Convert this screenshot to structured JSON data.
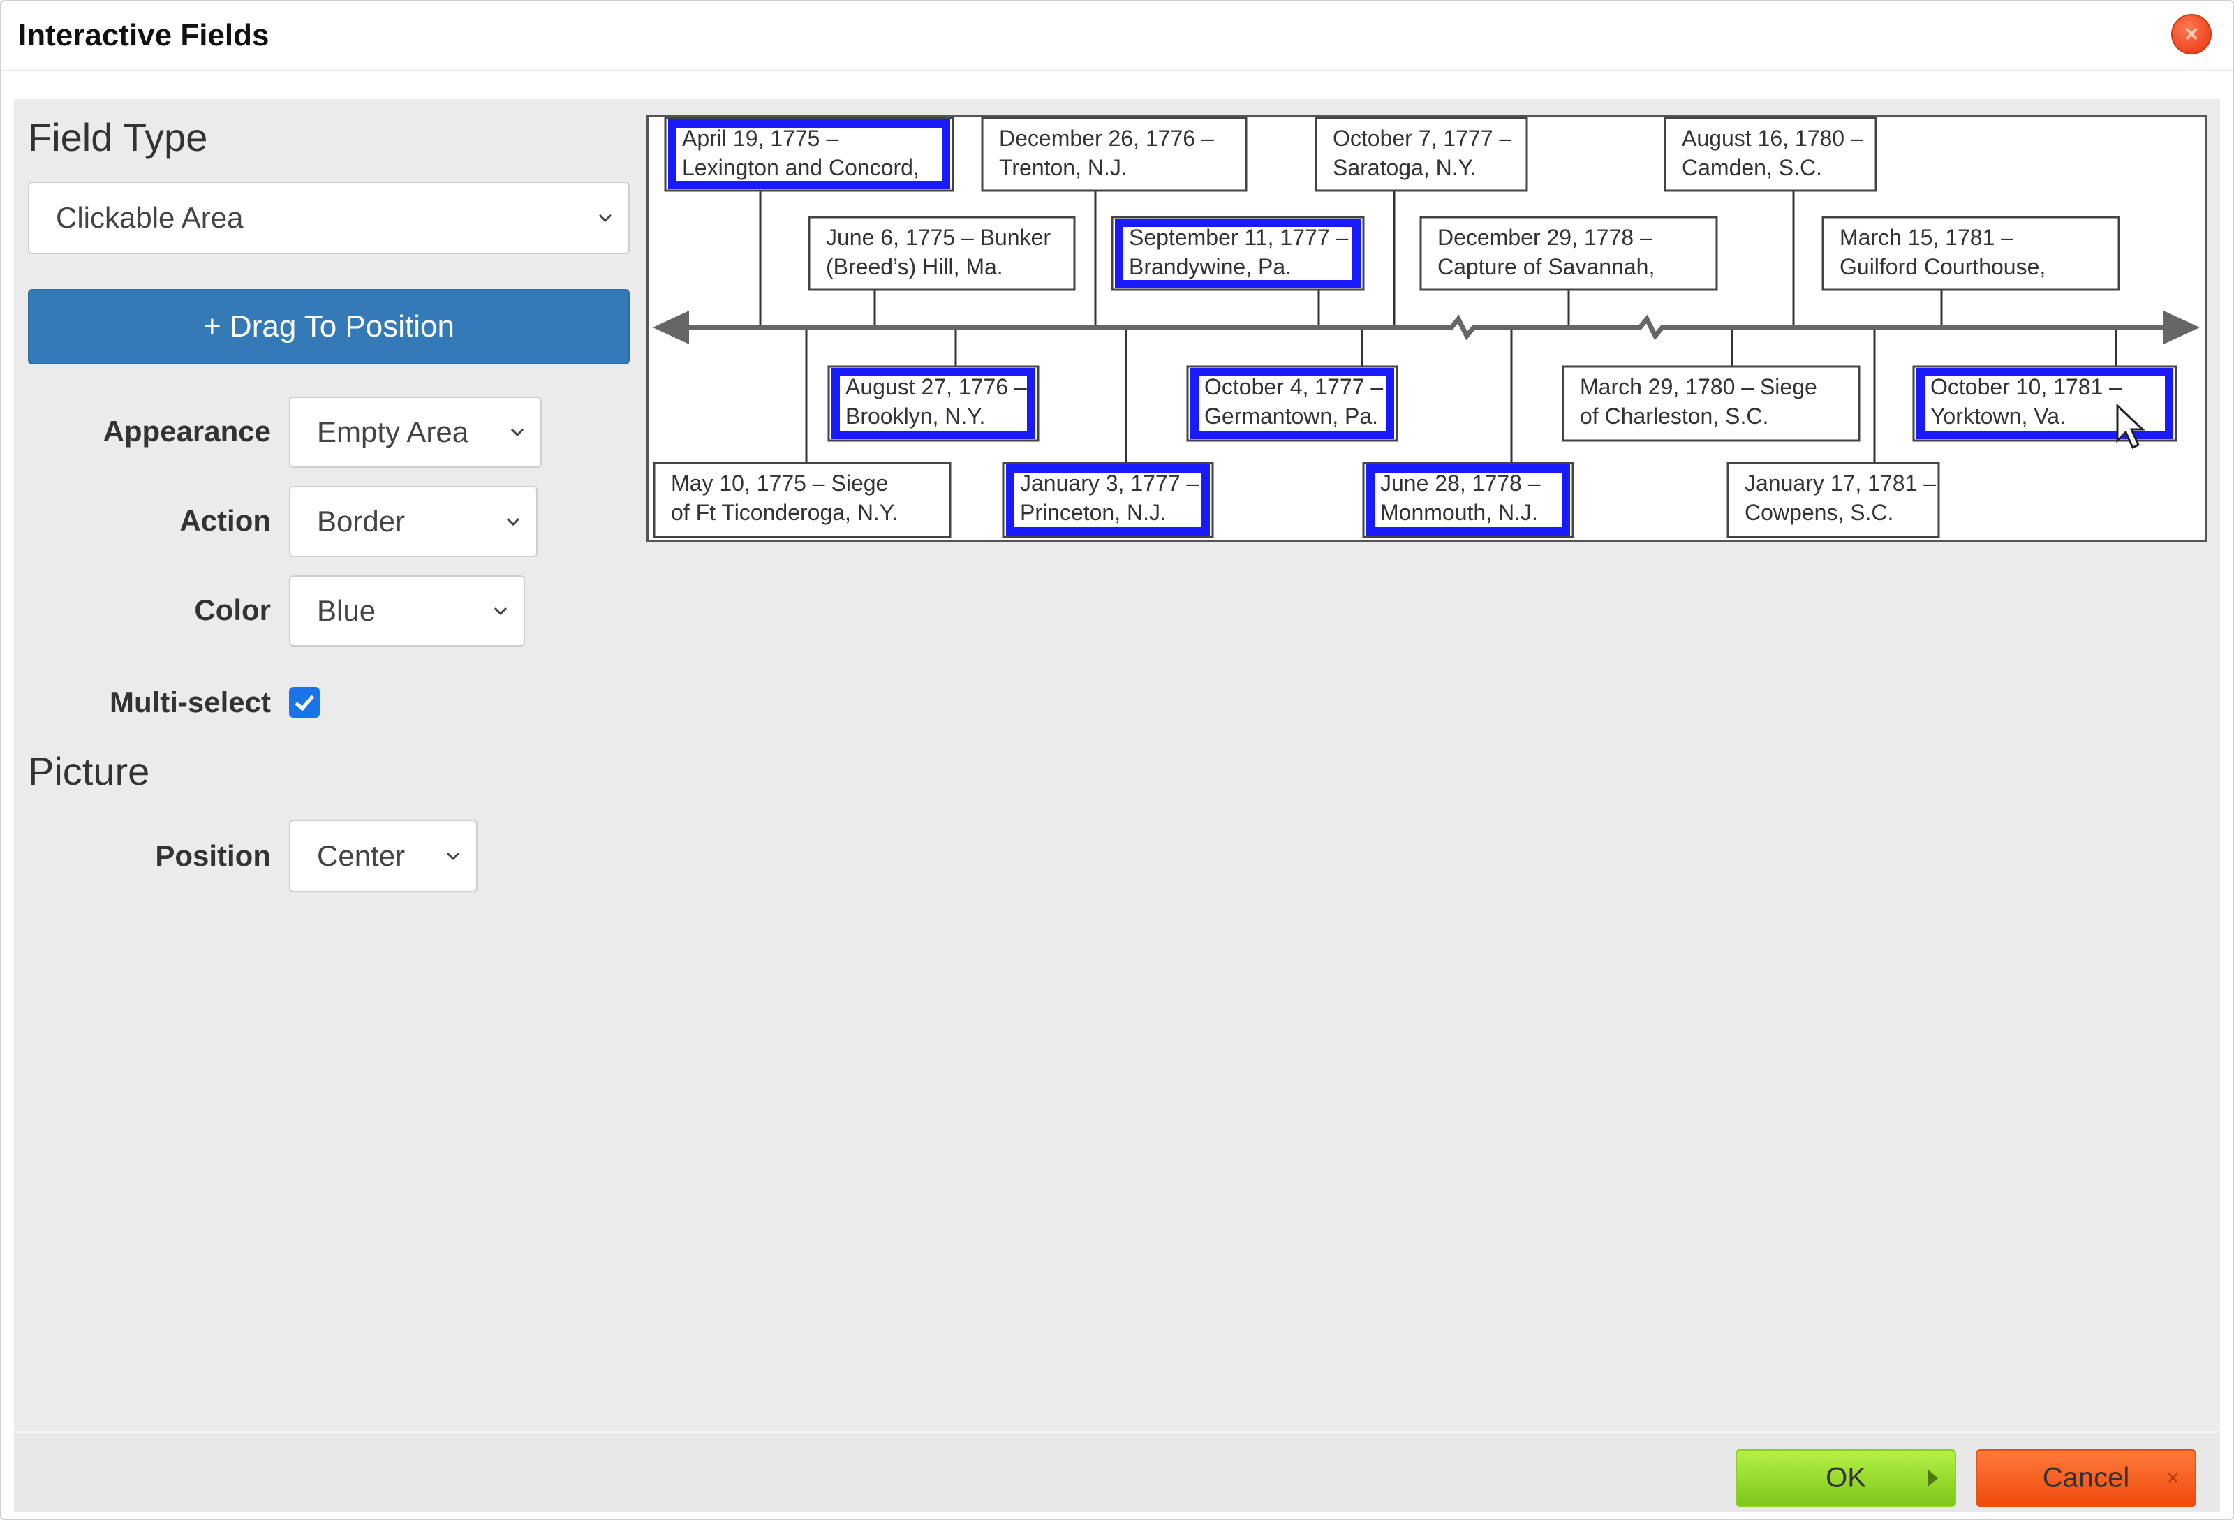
{
  "dialog": {
    "title": "Interactive Fields",
    "close_icon": "close-icon"
  },
  "field_type": {
    "heading": "Field Type",
    "selected": "Clickable Area"
  },
  "drag_button": {
    "label": "+ Drag To Position"
  },
  "appearance": {
    "label": "Appearance",
    "selected": "Empty Area"
  },
  "action": {
    "label": "Action",
    "selected": "Border"
  },
  "color": {
    "label": "Color",
    "selected": "Blue"
  },
  "multiselect": {
    "label": "Multi-select",
    "checked": true
  },
  "picture": {
    "heading": "Picture",
    "position_label": "Position",
    "position_selected": "Center"
  },
  "timeline": {
    "events": [
      {
        "line1": "April 19, 1775 –",
        "line2": "Lexington and Concord,",
        "selected": true
      },
      {
        "line1": "December 26, 1776 –",
        "line2": "Trenton, N.J.",
        "selected": false
      },
      {
        "line1": "October 7, 1777 –",
        "line2": "Saratoga, N.Y.",
        "selected": false
      },
      {
        "line1": "August 16, 1780 –",
        "line2": "Camden, S.C.",
        "selected": false
      },
      {
        "line1": "June 6, 1775 – Bunker",
        "line2": "(Breed’s) Hill, Ma.",
        "selected": false
      },
      {
        "line1": "September 11, 1777 –",
        "line2": "Brandywine, Pa.",
        "selected": true
      },
      {
        "line1": "December 29, 1778 –",
        "line2": "Capture of Savannah,",
        "selected": false
      },
      {
        "line1": "March 15, 1781 –",
        "line2": "Guilford Courthouse,",
        "selected": false
      },
      {
        "line1": "August 27, 1776 –",
        "line2": "Brooklyn, N.Y.",
        "selected": true
      },
      {
        "line1": "October 4, 1777 –",
        "line2": "Germantown, Pa.",
        "selected": true
      },
      {
        "line1": "March 29, 1780 – Siege",
        "line2": "of Charleston, S.C.",
        "selected": false
      },
      {
        "line1": "October 10, 1781 –",
        "line2": "Yorktown, Va.",
        "selected": true
      },
      {
        "line1": "May 10, 1775 – Siege",
        "line2": "of Ft Ticonderoga, N.Y.",
        "selected": false
      },
      {
        "line1": "January 3, 1777 –",
        "line2": "Princeton, N.J.",
        "selected": true
      },
      {
        "line1": "June 28, 1778 –",
        "line2": "Monmouth, N.J.",
        "selected": true
      },
      {
        "line1": "January 17, 1781 –",
        "line2": "Cowpens, S.C.",
        "selected": false
      }
    ],
    "highlight_color": "#1a1aff"
  },
  "footer": {
    "ok_label": "OK",
    "cancel_label": "Cancel"
  },
  "colors": {
    "primary": "#337ab7",
    "ok": "#8ccf2a",
    "cancel": "#ef4a0c"
  }
}
